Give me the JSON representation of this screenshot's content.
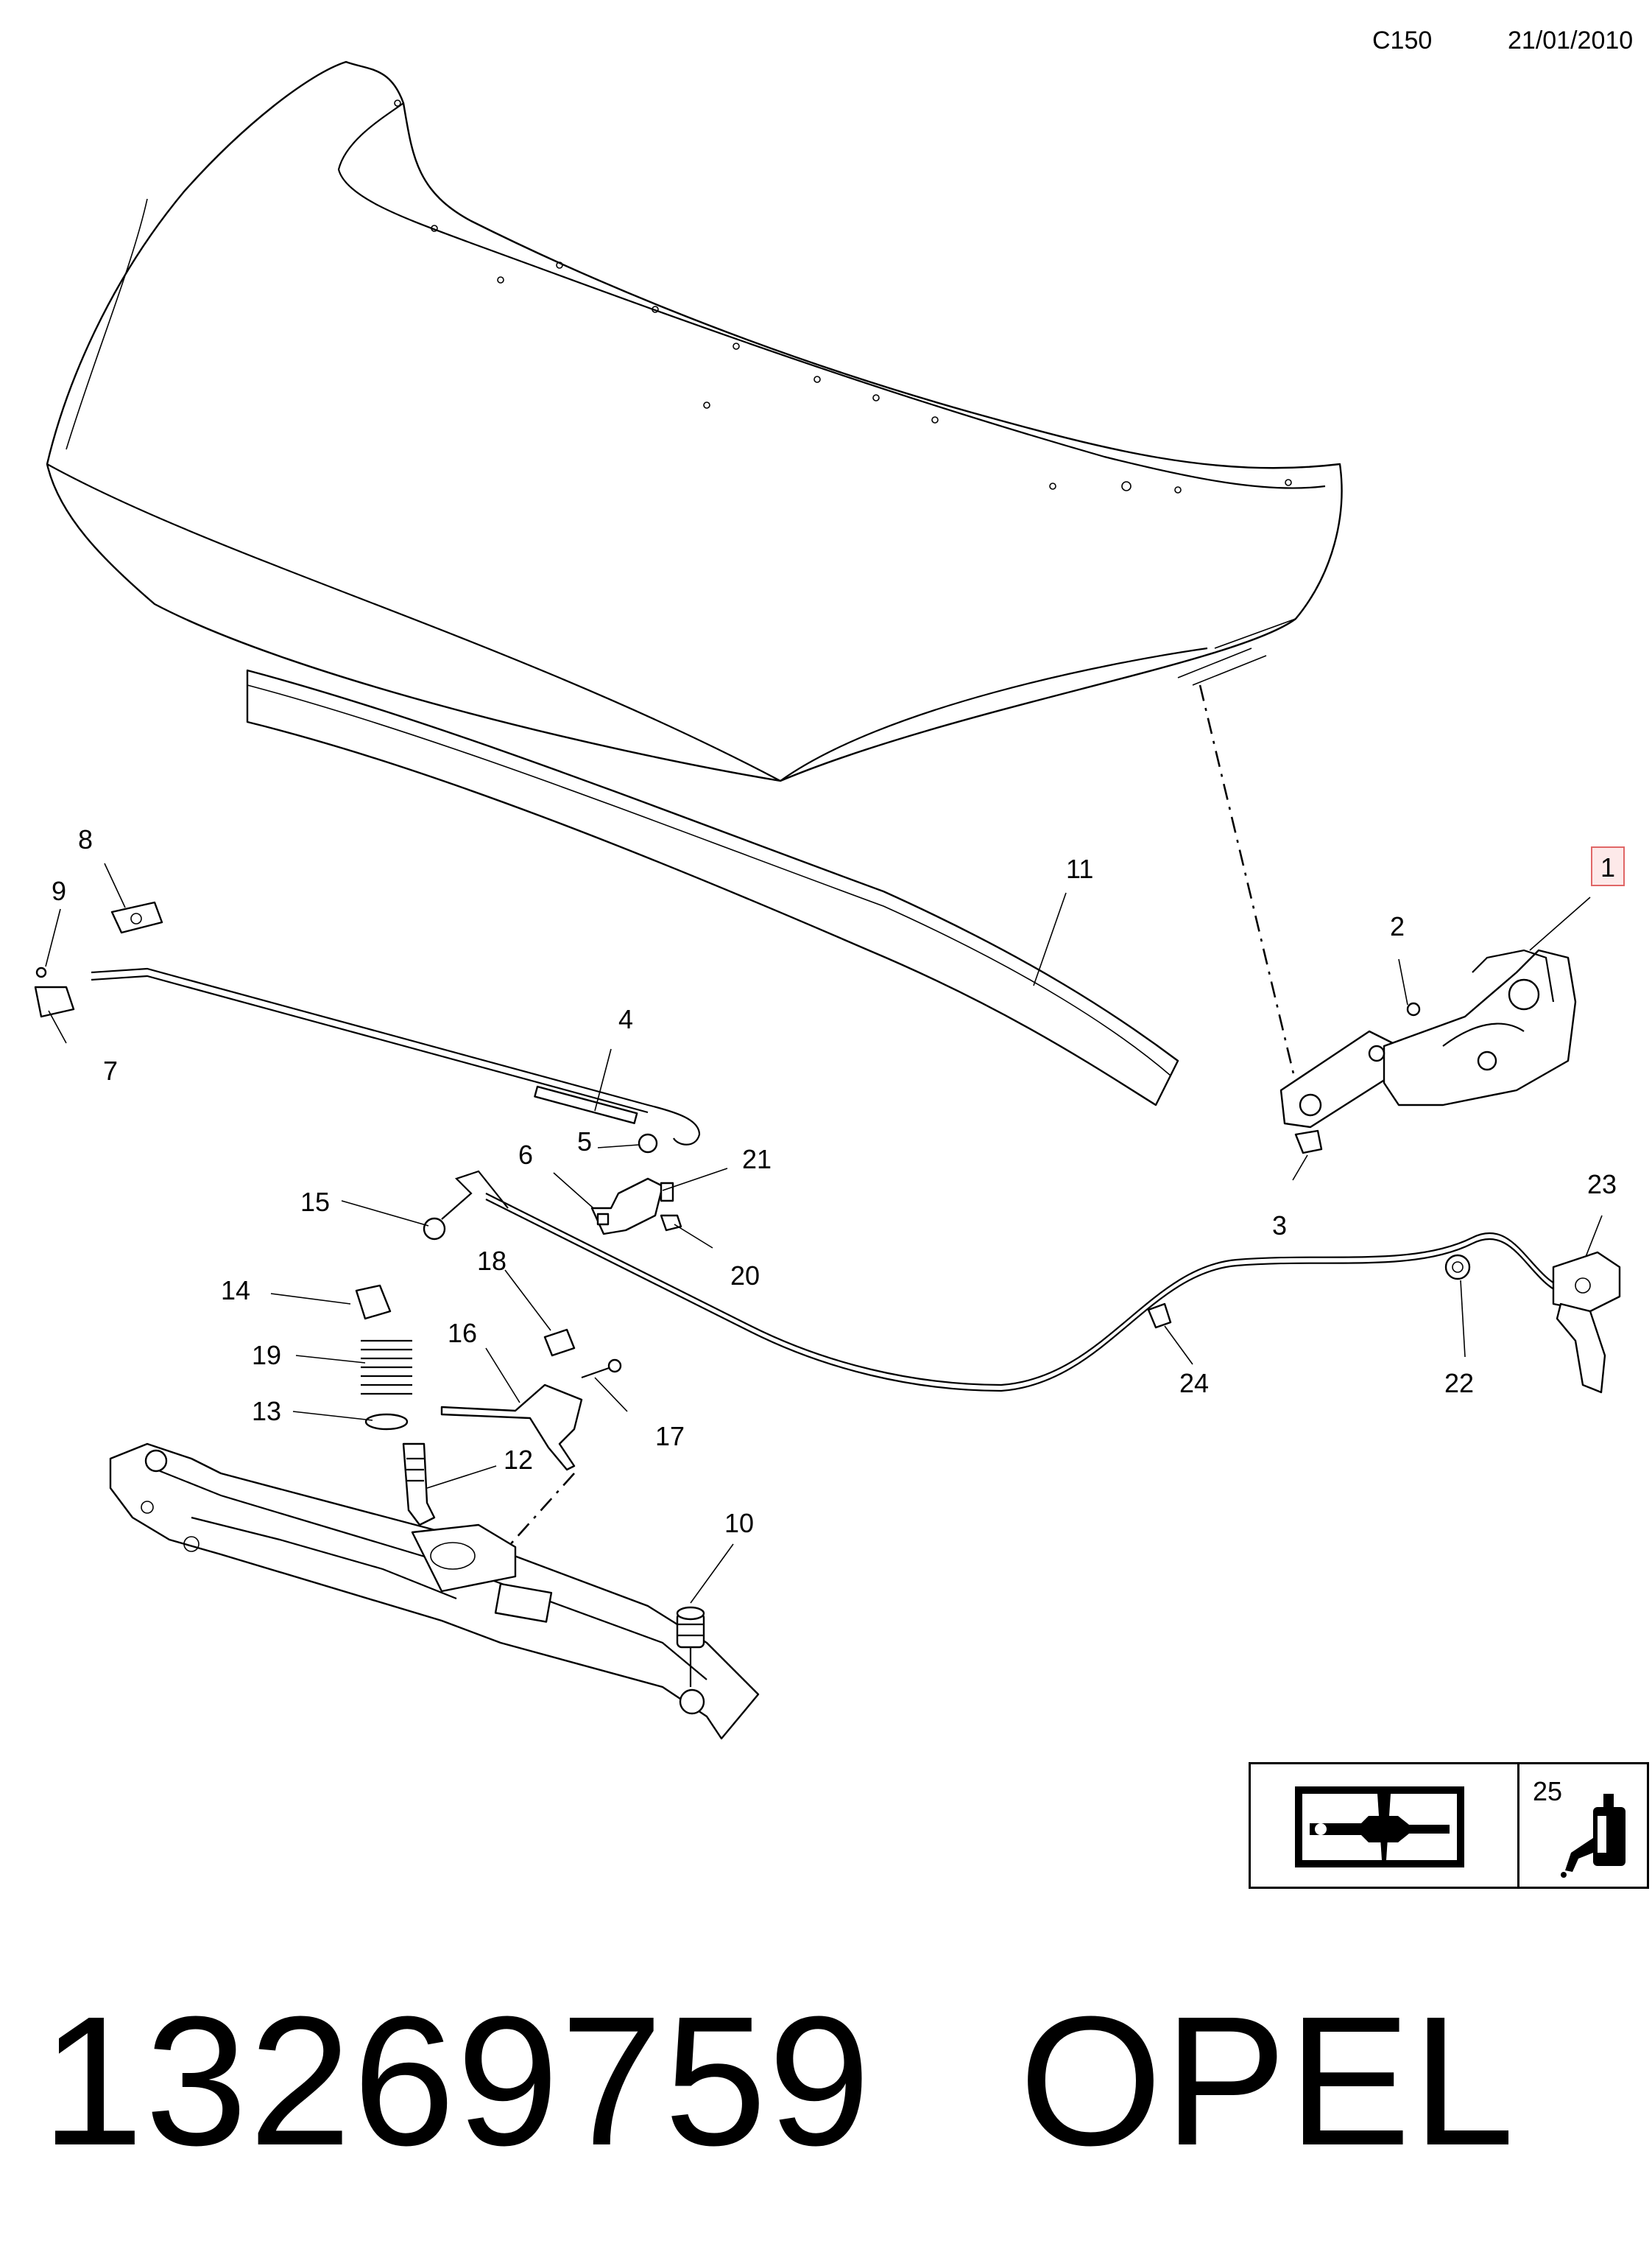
{
  "header": {
    "code": "C150",
    "date": "21/01/2010"
  },
  "callouts": [
    {
      "id": "1",
      "highlight": true
    },
    {
      "id": "2"
    },
    {
      "id": "3"
    },
    {
      "id": "4"
    },
    {
      "id": "5"
    },
    {
      "id": "6"
    },
    {
      "id": "7"
    },
    {
      "id": "8"
    },
    {
      "id": "9"
    },
    {
      "id": "10"
    },
    {
      "id": "11"
    },
    {
      "id": "12"
    },
    {
      "id": "13"
    },
    {
      "id": "14"
    },
    {
      "id": "15"
    },
    {
      "id": "16"
    },
    {
      "id": "17"
    },
    {
      "id": "18"
    },
    {
      "id": "19"
    },
    {
      "id": "20"
    },
    {
      "id": "21"
    },
    {
      "id": "22"
    },
    {
      "id": "23"
    },
    {
      "id": "24"
    }
  ],
  "legend": {
    "item_number": "25",
    "icons": [
      "repair-manual-icon",
      "sealant-bottle-icon"
    ]
  },
  "footer": {
    "part_number": "13269759",
    "brand": "OPEL"
  },
  "colors": {
    "highlight_border": "#e06666",
    "highlight_fill": "#fde9e9"
  }
}
